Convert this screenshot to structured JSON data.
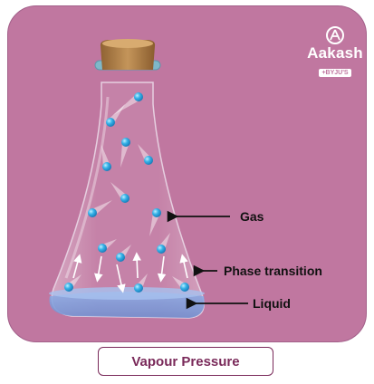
{
  "labels": {
    "gas": "Gas",
    "phase_transition": "Phase transition",
    "liquid": "Liquid"
  },
  "caption": "Vapour Pressure",
  "logo": {
    "brand": "Aakash",
    "sub": "+BYJU'S"
  },
  "colors": {
    "background": "#c077a0",
    "caption_border": "#7a2a5a",
    "molecule": "#2a9fd6",
    "liquid": "#7f9fd8",
    "cork": "#b6874e"
  }
}
